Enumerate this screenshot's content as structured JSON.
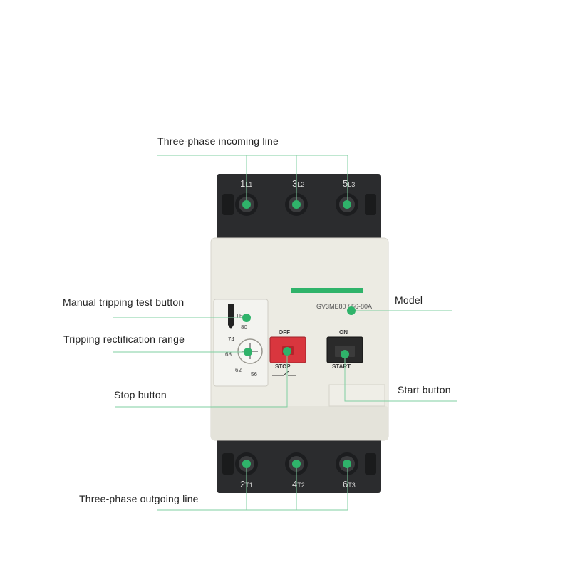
{
  "callouts": {
    "incoming": "Three-phase incoming line",
    "model": "Model",
    "manual_test": "Manual tripping test button",
    "range": "Tripping rectification range",
    "stop": "Stop button",
    "start": "Start button",
    "outgoing": "Three-phase outgoing line"
  },
  "terminals": {
    "top": [
      {
        "num": "1",
        "sub": "L1"
      },
      {
        "num": "3",
        "sub": "L2"
      },
      {
        "num": "5",
        "sub": "L3"
      }
    ],
    "bottom": [
      {
        "num": "2",
        "sub": "T1"
      },
      {
        "num": "4",
        "sub": "T2"
      },
      {
        "num": "6",
        "sub": "T3"
      }
    ]
  },
  "device": {
    "model_text": "GV3ME80 / 56-80A",
    "test_label": "TEST",
    "off_label": "OFF",
    "stop_label": "STOP",
    "on_label": "ON",
    "start_label": "START",
    "dial_ticks": [
      "80",
      "74",
      "68",
      "62",
      "56"
    ]
  },
  "colors": {
    "accent_green": "#2fb36a",
    "stop_red": "#d9363e",
    "body_white": "#ecebe3",
    "terminal_black": "#2b2c2e",
    "callout_line": "#7fcfa0"
  }
}
